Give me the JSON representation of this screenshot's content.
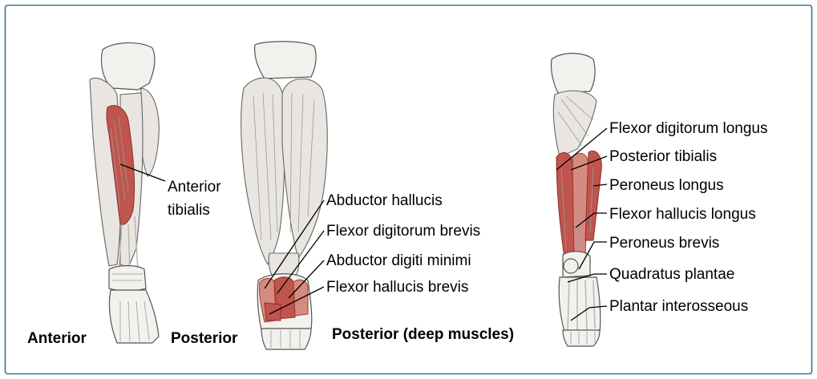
{
  "border_color": "#2f7a86",
  "muscle_color": "#c0554d",
  "views": [
    {
      "caption": "Anterior",
      "labels": [
        {
          "text": "Anterior"
        },
        {
          "text": "tibialis"
        }
      ]
    },
    {
      "caption": "Posterior",
      "labels": [
        {
          "text": "Abductor hallucis"
        },
        {
          "text": "Flexor digitorum brevis"
        },
        {
          "text": "Abductor digiti minimi"
        },
        {
          "text": "Flexor hallucis brevis"
        }
      ]
    },
    {
      "caption": "Posterior (deep muscles)",
      "labels": [
        {
          "text": "Flexor digitorum longus"
        },
        {
          "text": "Posterior tibialis"
        },
        {
          "text": "Peroneus longus"
        },
        {
          "text": "Flexor hallucis longus"
        },
        {
          "text": "Peroneus brevis"
        },
        {
          "text": "Quadratus plantae"
        },
        {
          "text": "Plantar interosseous"
        }
      ]
    }
  ]
}
